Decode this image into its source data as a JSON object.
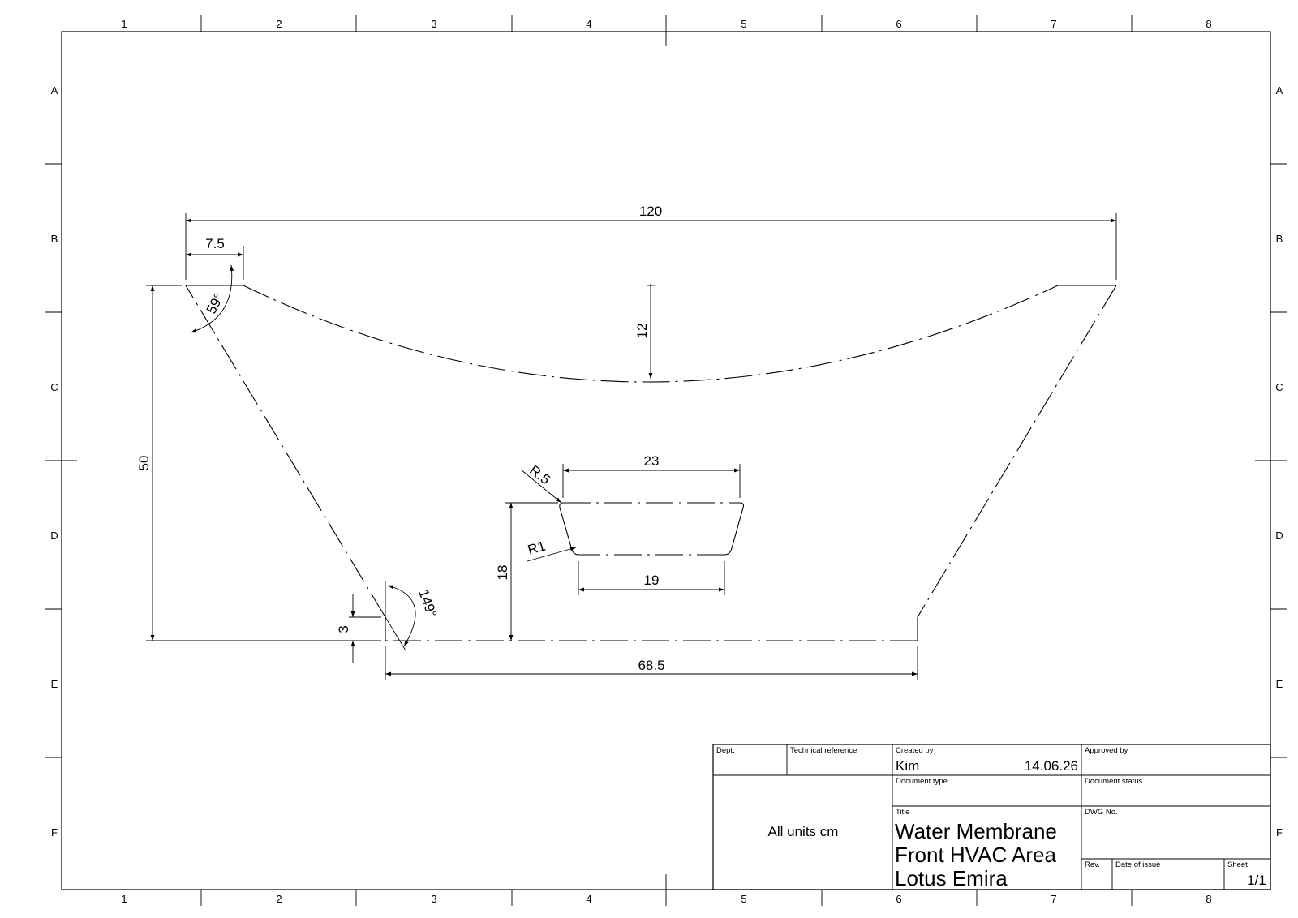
{
  "grid": {
    "columns": [
      "1",
      "2",
      "3",
      "4",
      "5",
      "6",
      "7",
      "8"
    ],
    "rows": [
      "A",
      "B",
      "C",
      "D",
      "E",
      "F"
    ]
  },
  "dimensions": {
    "overall_width": "120",
    "top_left_offset": "7.5",
    "arc_depth": "12",
    "total_height": "50",
    "top_left_angle": "59°",
    "bottom_left_angle": "149°",
    "step_height": "3",
    "bottom_width": "68.5",
    "cutout_top_width": "23",
    "cutout_bottom_width": "19",
    "cutout_height": "18",
    "cutout_top_radius": "R.5",
    "cutout_bottom_radius": "R1"
  },
  "title_block": {
    "dept_label": "Dept.",
    "tech_ref_label": "Technical reference",
    "created_by_label": "Created by",
    "created_by": "Kim",
    "created_date": "14.06.26",
    "approved_by_label": "Approved by",
    "document_type_label": "Document type",
    "document_status_label": "Document status",
    "title_label": "Title",
    "title_line1": "Water Membrane",
    "title_line2": "Front HVAC Area",
    "title_line3": "Lotus Emira",
    "dwg_no_label": "DWG No.",
    "units_note": "All units cm",
    "rev_label": "Rev.",
    "date_of_issue_label": "Date of issue",
    "sheet_label": "Sheet",
    "sheet_value": "1/1"
  }
}
